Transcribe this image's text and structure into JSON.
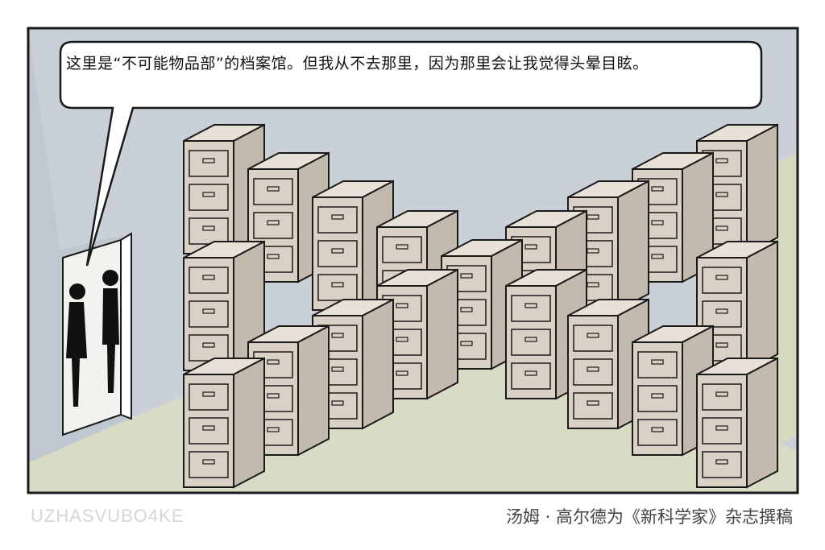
{
  "cartoon": {
    "speech_bubble": "这里是“不可能物品部”的档案馆。但我从不去那里，因为那里会让我觉得头晕目眩。",
    "watermark": "UZHASVUBO4KE",
    "credit": "汤姆 · 高尔德为《新科学家》杂志撰稿"
  },
  "colors": {
    "wall": "#c9d0d8",
    "floor": "#d9dcc4",
    "cabinet_front": "#d9d0c6",
    "cabinet_side": "#c4b9ad",
    "cabinet_top": "#e8e1d8",
    "outline": "#1a1a1a"
  }
}
